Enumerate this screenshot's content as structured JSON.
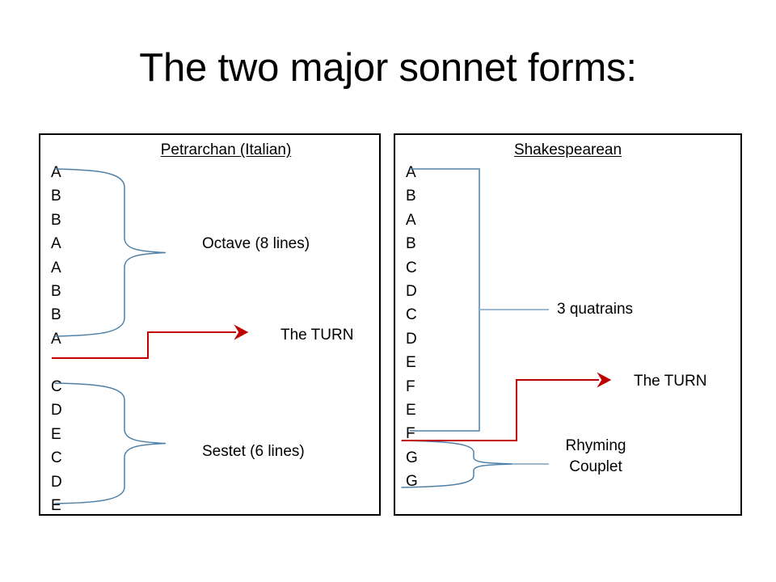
{
  "slide": {
    "title": "The two major sonnet forms:",
    "background": "#ffffff",
    "brace_color": "#4F81A8",
    "turn_color": "#C00000",
    "border_color": "#000000"
  },
  "panels": [
    {
      "id": "petrarchan",
      "heading": "Petrarchan (Italian)",
      "rhyme_scheme": [
        "A",
        "B",
        "B",
        "A",
        "A",
        "B",
        "B",
        "A",
        "C",
        "D",
        "E",
        "C",
        "D",
        "E"
      ],
      "groups": [
        {
          "name": "octave",
          "letters": [
            "A",
            "B",
            "B",
            "A",
            "A",
            "B",
            "B",
            "A"
          ],
          "label": "Octave (8 lines)"
        },
        {
          "name": "sestet",
          "letters": [
            "C",
            "D",
            "E",
            "C",
            "D",
            "E"
          ],
          "label": "Sestet (6 lines)"
        }
      ],
      "turn_label": "The TURN"
    },
    {
      "id": "shakespearean",
      "heading": "Shakespearean",
      "rhyme_scheme": [
        "A",
        "B",
        "A",
        "B",
        "C",
        "D",
        "C",
        "D",
        "E",
        "F",
        "E",
        "F",
        "G",
        "G"
      ],
      "groups": [
        {
          "name": "quatrains",
          "letters": [
            "A",
            "B",
            "A",
            "B",
            "C",
            "D",
            "C",
            "D",
            "E",
            "F",
            "E",
            "F"
          ],
          "label": "3 quatrains"
        },
        {
          "name": "couplet",
          "letters": [
            "G",
            "G"
          ],
          "label_line1": "Rhyming",
          "label_line2": "Couplet"
        }
      ],
      "turn_label": "The TURN"
    }
  ]
}
